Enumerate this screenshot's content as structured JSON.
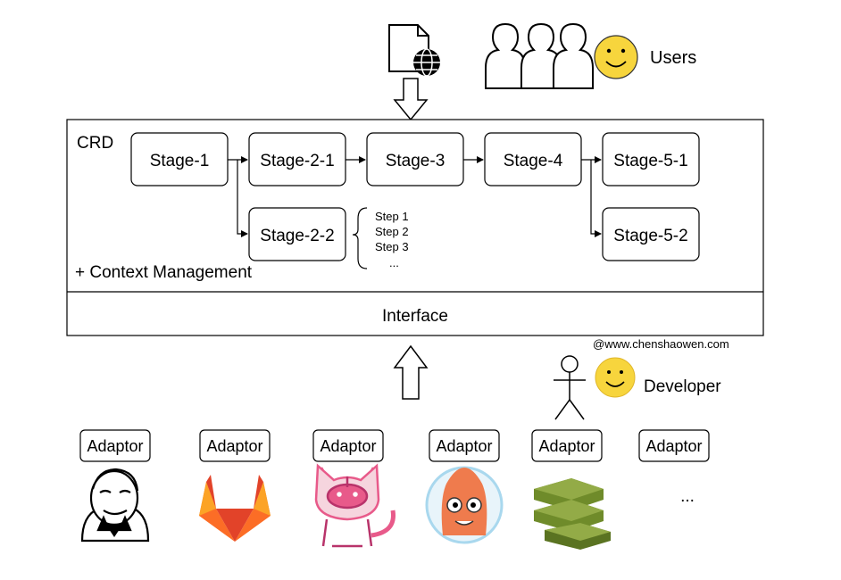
{
  "users_label": "Users",
  "developer_label": "Developer",
  "watermark": "@www.chenshaowen.com",
  "crd": {
    "label": "CRD",
    "context_label": "+ Context Management",
    "stages": {
      "stage_1": "Stage-1",
      "stage_2_1": "Stage-2-1",
      "stage_2_2": "Stage-2-2",
      "stage_3": "Stage-3",
      "stage_4": "Stage-4",
      "stage_5_1": "Stage-5-1",
      "stage_5_2": "Stage-5-2"
    },
    "steps": [
      "Step 1",
      "Step 2",
      "Step 3",
      "..."
    ]
  },
  "interface_label": "Interface",
  "adaptors": [
    {
      "label": "Adaptor",
      "logo": "jenkins-logo-icon"
    },
    {
      "label": "Adaptor",
      "logo": "gitlab-logo-icon"
    },
    {
      "label": "Adaptor",
      "logo": "tekton-cat-logo-icon"
    },
    {
      "label": "Adaptor",
      "logo": "argo-logo-icon"
    },
    {
      "label": "Adaptor",
      "logo": "aws-codepipeline-logo-icon"
    },
    {
      "label": "Adaptor",
      "logo": "more-icon"
    }
  ],
  "more_label": "...",
  "colors": {
    "smiley": "#F7D53D",
    "gitlab_dark": "#E24329",
    "gitlab_mid": "#FC6D26",
    "gitlab_light": "#FCA326",
    "argo_orange": "#EF7B4D",
    "argo_blue": "#A9D8EE",
    "aws_green": "#6F8B2A",
    "tekton_pink": "#E85A8A"
  }
}
